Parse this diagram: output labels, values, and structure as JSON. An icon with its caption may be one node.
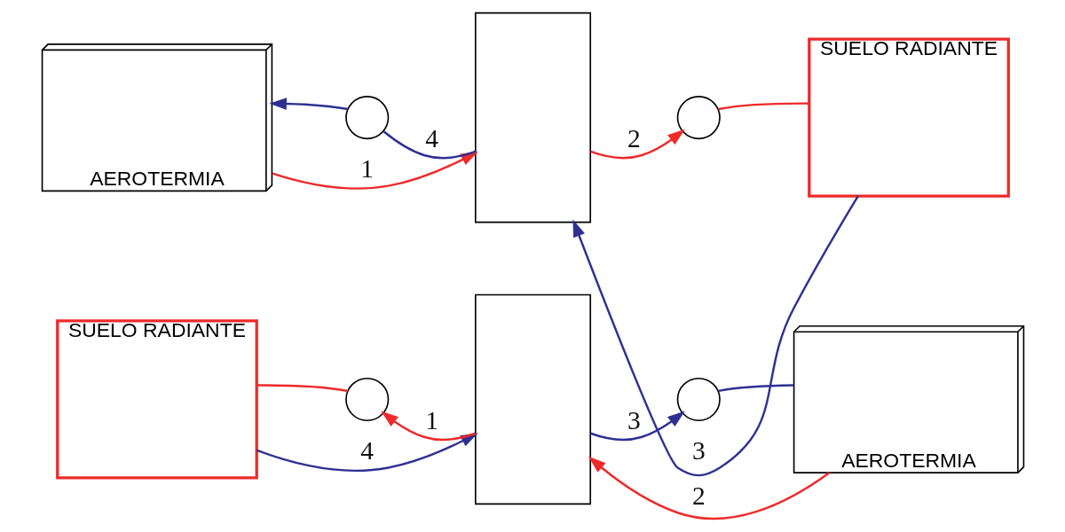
{
  "diagram": {
    "nodes": [
      {
        "text": [
          "AEROTERMIA"
        ]
      },
      {
        "text": [],
        "shape": "circle"
      },
      {
        "text": [],
        "shape": "box"
      },
      {
        "text": [],
        "shape": "circle"
      },
      {
        "text": [
          "SUELO RADIANTE"
        ]
      },
      {
        "text": [
          "SUELO RADIANTE"
        ]
      },
      {
        "text": [],
        "shape": "circle"
      },
      {
        "text": [],
        "shape": "box"
      },
      {
        "text": [],
        "shape": "circle"
      },
      {
        "text": [
          "AEROTERMIA"
        ]
      }
    ],
    "edges": [
      {
        "from": 0,
        "to": 2,
        "arrow": "to",
        "label": "1",
        "color": "#ee2a2a"
      },
      {
        "from": 2,
        "to": 3,
        "arrow": "to",
        "label": "2",
        "color": "#ee2a2a"
      },
      {
        "from": 3,
        "to": 4,
        "arrow": "none",
        "color": "#ee2a2a"
      },
      {
        "from": 4,
        "to": 2,
        "arrow": "to",
        "label": "3",
        "color": "#2e3192"
      },
      {
        "from": 2,
        "to": 1,
        "arrow": "none",
        "label": "4",
        "color": "#2e3192"
      },
      {
        "from": 1,
        "to": 0,
        "arrow": "to",
        "color": "#2e3192"
      },
      {
        "from": 7,
        "to": 6,
        "arrow": "to",
        "label": "1",
        "color": "#ee2a2a"
      },
      {
        "from": 6,
        "to": 5,
        "arrow": "none",
        "color": "#ee2a2a"
      },
      {
        "from": 9,
        "to": 7,
        "arrow": "to",
        "label": "2",
        "color": "#ee2a2a"
      },
      {
        "from": 5,
        "to": 7,
        "arrow": "to",
        "label": "4",
        "color": "#2e3192"
      },
      {
        "from": 7,
        "to": 8,
        "arrow": "to",
        "label": "3",
        "color": "#2e3192"
      },
      {
        "from": 8,
        "to": 9,
        "arrow": "none",
        "color": "#2e3192"
      }
    ]
  }
}
